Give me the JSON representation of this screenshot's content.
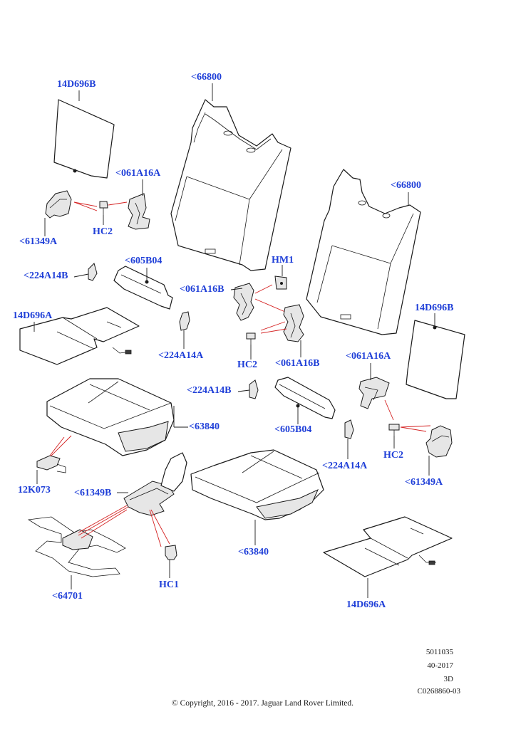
{
  "callouts": {
    "c1": "14D696B",
    "c2": "<66800",
    "c3": "<061A16A",
    "c4": "HC2",
    "c5": "<61349A",
    "c6": "<66800",
    "c7": "<224A14B",
    "c8": "<605B04",
    "c9": "HM1",
    "c10": "<061A16B",
    "c11": "14D696A",
    "c12": "14D696B",
    "c13": "<224A14A",
    "c14": "HC2",
    "c15": "<061A16B",
    "c16": "<061A16A",
    "c17": "<224A14B",
    "c18": "<63840",
    "c19": "<605B04",
    "c20": "HC2",
    "c21": "<224A14A",
    "c22": "12K073",
    "c23": "<61349A",
    "c24": "<61349B",
    "c25": "<63840",
    "c26": "HC1",
    "c27": "<64701",
    "c28": "14D696A"
  },
  "info_block": {
    "line1": "5011035",
    "line2": "40-2017",
    "line3": "3D",
    "line4": "C0268860-03"
  },
  "copyright": "© Copyright, 2016 - 2017. Jaguar Land Rover Limited.",
  "colors": {
    "callout_text": "#1f3fd8",
    "indicator_lines": "#d42020",
    "line_art": "#1a1a1a"
  }
}
